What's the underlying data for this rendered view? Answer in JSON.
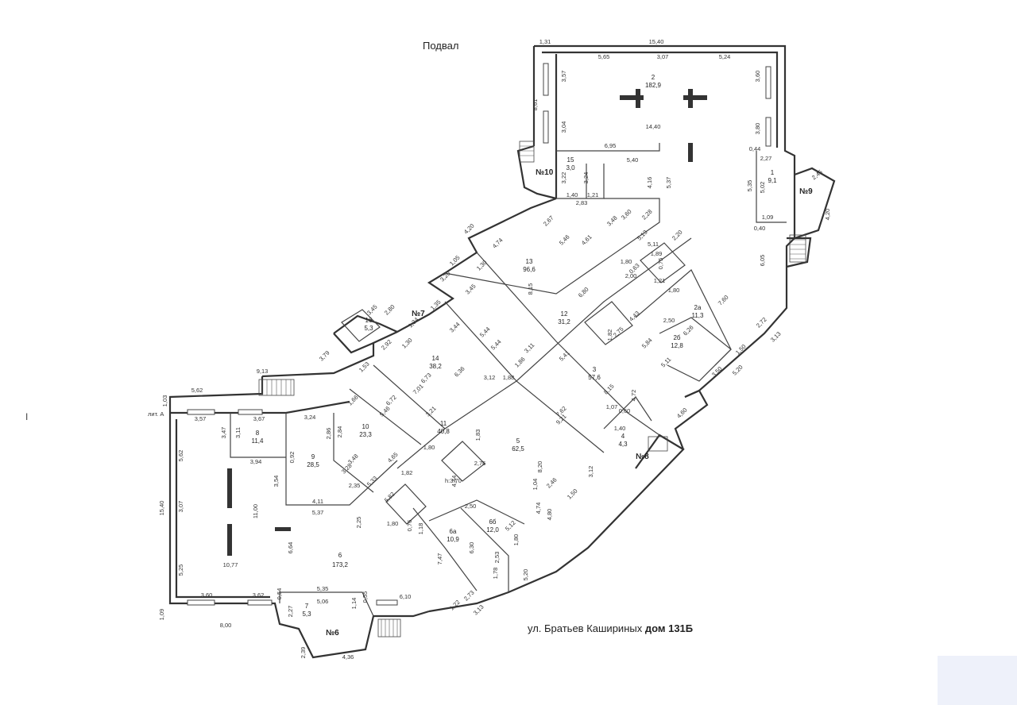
{
  "title": "Подвал",
  "address_prefix": "ул. Братьев Кашириных",
  "address_house": "дом 131Б",
  "margin_mark": "I",
  "lit_label": "лит. А",
  "height_note": "h:3.70",
  "rooms": [
    {
      "no": "1",
      "area": "9,1"
    },
    {
      "no": "2",
      "area": "182,9"
    },
    {
      "no": "2а",
      "area": "11,3"
    },
    {
      "no": "2б",
      "area": "12,8"
    },
    {
      "no": "3",
      "area": "57,6"
    },
    {
      "no": "4",
      "area": "4,3"
    },
    {
      "no": "5",
      "area": "62,5"
    },
    {
      "no": "6",
      "area": "173,2"
    },
    {
      "no": "6а",
      "area": "10,9"
    },
    {
      "no": "6б",
      "area": "12,0"
    },
    {
      "no": "7",
      "area": "5,3"
    },
    {
      "no": "8",
      "area": "11,4"
    },
    {
      "no": "9",
      "area": "28,5"
    },
    {
      "no": "10",
      "area": "23,3"
    },
    {
      "no": "11",
      "area": "40,8"
    },
    {
      "no": "12",
      "area": "31,2"
    },
    {
      "no": "13",
      "area": "96,6"
    },
    {
      "no": "14",
      "area": "38,2"
    },
    {
      "no": "15",
      "area": "3,0"
    },
    {
      "no": "16",
      "area": "5,3"
    }
  ],
  "entrances": [
    "№6",
    "№7",
    "№8",
    "№9",
    "№10"
  ],
  "dimensions": [
    "1,31",
    "15,40",
    "5,65",
    "3,07",
    "5,24",
    "3,57",
    "3,60",
    "8,61",
    "3,04",
    "3,80",
    "14,40",
    "6,95",
    "0,44",
    "2,27",
    "5,40",
    "3,22",
    "3,24",
    "4,16",
    "5,37",
    "5,35",
    "5,02",
    "2,45",
    "4,20",
    "1,40",
    "1,21",
    "2,83",
    "1,09",
    "0,40",
    "4,20",
    "2,67",
    "3,48",
    "3,60",
    "2,28",
    "4,74",
    "5,46",
    "4,61",
    "5,13",
    "2,20",
    "6,05",
    "1,05",
    "1,30",
    "5,11",
    "1,89",
    "3,20",
    "1,80",
    "0,75",
    "0,63",
    "2,00",
    "8,15",
    "1,21",
    "3,45",
    "6,80",
    "1,80",
    "7,60",
    "3,45",
    "2,80",
    "1,34",
    "1,35",
    "4,43",
    "2,50",
    "6,26",
    "1,30",
    "3,44",
    "5,44",
    "3,11",
    "1,82",
    "2,75",
    "5,84",
    "2,72",
    "3,13",
    "2,92",
    "5,44",
    "1,86",
    "5,41",
    "1,50",
    "3,79",
    "1,53",
    "6,73",
    "6,36",
    "3,12",
    "1,88",
    "8,15",
    "5,11",
    "3,50",
    "5,20",
    "9,13",
    "7,01",
    "4,72",
    "1,03",
    "5,62",
    "1,66",
    "3,21",
    "7,62",
    "1,07",
    "0,60",
    "4,60",
    "3,57",
    "3,67",
    "3,24",
    "6,72",
    "5,46",
    "1,40",
    "9,21",
    "3,47",
    "3,11",
    "2,86",
    "2,84",
    "1,83",
    "1,80",
    "5,62",
    "3,94",
    "0,92",
    "3,48",
    "3,28",
    "4,65",
    "2,76",
    "8,20",
    "2,46",
    "3,12",
    "15,40",
    "3,54",
    "1,82",
    "4,44",
    "1,04",
    "1,50",
    "3,07",
    "11,00",
    "4,11",
    "2,35",
    "5,33",
    "5,82",
    "2,50",
    "4,74",
    "4,80",
    "5,37",
    "2,25",
    "1,80",
    "0,76",
    "1,18",
    "5,12",
    "6,64",
    "1,80",
    "10,77",
    "7,47",
    "6,30",
    "2,53",
    "5,25",
    "1,78",
    "5,20",
    "3,60",
    "3,62",
    "0,54",
    "5,35",
    "5,06",
    "1,14",
    "0,55",
    "6,10",
    "2,73",
    "1,22",
    "3,13",
    "1,09",
    "8,00",
    "2,27",
    "2,39",
    "4,36"
  ]
}
